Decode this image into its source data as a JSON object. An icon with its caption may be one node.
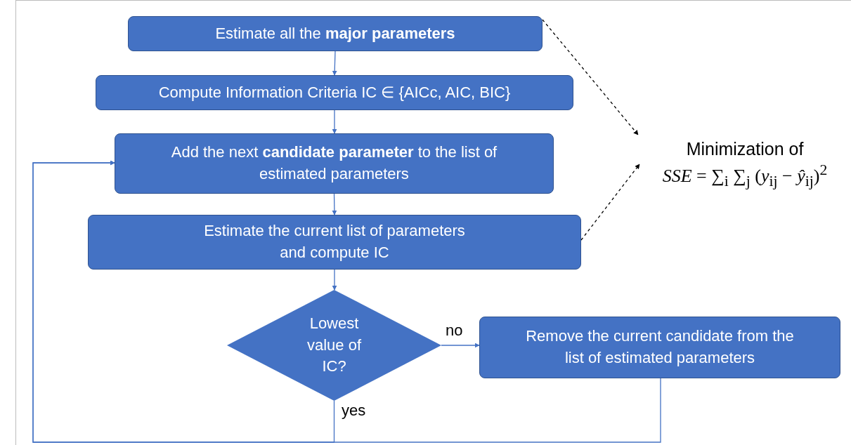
{
  "diagram": {
    "nodes": [
      {
        "text": [
          "Estimate all the **major parameters**"
        ]
      },
      {
        "text": [
          "Compute Information Criteria IC ∈ {AICc, AIC, BIC}"
        ]
      },
      {
        "text": [
          "Add the next **candidate parameter** to the list of estimated parameters"
        ]
      },
      {
        "text": [
          "Estimate the current list of parameters and compute IC"
        ]
      },
      {
        "text": [
          "Lowest value of IC?"
        ]
      },
      {
        "text": [
          "Remove the current candidate from the list of estimated parameters"
        ]
      },
      {
        "text": [
          "Minimization of",
          "*SSE* = ∑$_{i}$ ∑$_{j}$ (*y*$_{ij}$ − *ŷ*$_{ij}$)$^{2}$"
        ]
      }
    ],
    "edges": [
      {
        "from": 0,
        "to": 1,
        "arrow": "to"
      },
      {
        "from": 1,
        "to": 2,
        "arrow": "to"
      },
      {
        "from": 2,
        "to": 3,
        "arrow": "to"
      },
      {
        "from": 3,
        "to": 4,
        "arrow": "to"
      },
      {
        "from": 4,
        "to": 5,
        "arrow": "to",
        "label": "no"
      },
      {
        "from": 4,
        "to": 2,
        "arrow": "to",
        "label": "yes"
      },
      {
        "from": 5,
        "to": 2,
        "arrow": "to"
      },
      {
        "from": 0,
        "to": 6,
        "arrow": "to",
        "style": "dashed",
        "color": "#000000"
      },
      {
        "from": 3,
        "to": 6,
        "arrow": "to",
        "style": "dashed",
        "color": "#000000"
      }
    ]
  }
}
